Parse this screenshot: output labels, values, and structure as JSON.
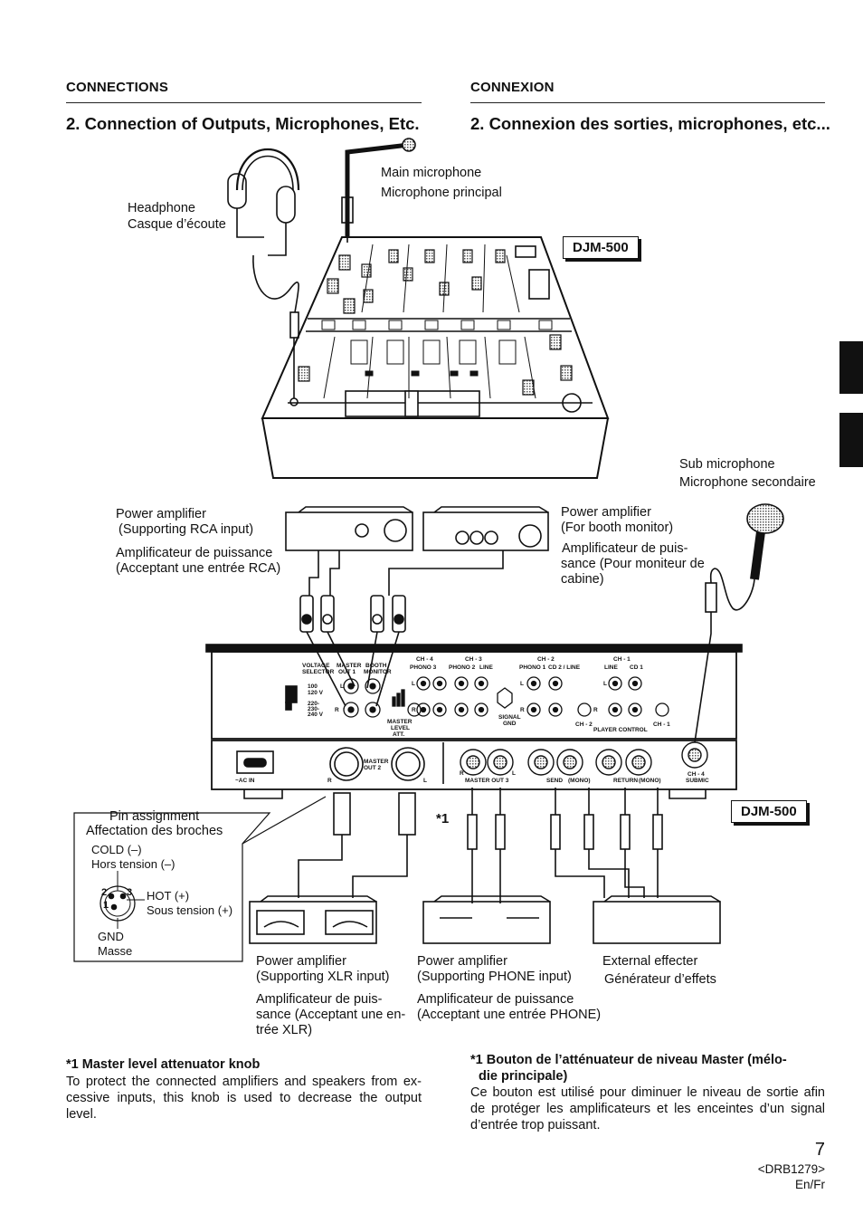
{
  "header": {
    "left_section": "CONNECTIONS",
    "right_section": "CONNEXION",
    "left_title": "2. Connection of Outputs, Microphones, Etc.",
    "right_title": "2. Connexion des sorties, microphones, etc..."
  },
  "diagram": {
    "model_top": "DJM-500",
    "model_bottom": "DJM-500",
    "headphone_en": "Headphone",
    "headphone_fr": "Casque d’écoute",
    "main_mic_en": "Main microphone",
    "main_mic_fr": "Microphone principal",
    "sub_mic_en": "Sub microphone",
    "sub_mic_fr": "Microphone secondaire",
    "amp_rca_en_1": "Power amplifier",
    "amp_rca_en_2": "(Supporting RCA input)",
    "amp_rca_fr_1": "Amplificateur de puissance",
    "amp_rca_fr_2": "(Acceptant une entrée RCA)",
    "amp_booth_en_1": "Power amplifier",
    "amp_booth_en_2": "(For booth monitor)",
    "amp_booth_fr_1": "Amplificateur de puis-",
    "amp_booth_fr_2": "sance (Pour moniteur de",
    "amp_booth_fr_3": "cabine)",
    "pin_title_en": "Pin assignment",
    "pin_title_fr": "Affectation des broches",
    "pin_cold_en": "COLD (–)",
    "pin_cold_fr": "Hors tension (–)",
    "pin_hot_en": "HOT (+)",
    "pin_hot_fr": "Sous tension (+)",
    "pin_gnd_en": "GND",
    "pin_gnd_fr": "Masse",
    "pin_num_1": "1",
    "pin_num_2": "2",
    "pin_num_3": "3",
    "asterisk": "*1",
    "amp_xlr_en_1": "Power amplifier",
    "amp_xlr_en_2": "(Supporting XLR input)",
    "amp_xlr_fr_1": "Amplificateur de puis-",
    "amp_xlr_fr_2": "sance (Acceptant une en-",
    "amp_xlr_fr_3": "trée XLR)",
    "amp_phone_en_1": "Power amplifier",
    "amp_phone_en_2": "(Supporting PHONE input)",
    "amp_phone_fr_1": "Amplificateur de puissance",
    "amp_phone_fr_2": "(Acceptant une entrée PHONE)",
    "effecter_en": "External effecter",
    "effecter_fr": "Générateur d’effets",
    "panel": {
      "voltage": "VOLTAGE",
      "selector": "SELECTOR",
      "master": "MASTER",
      "out1": "OUT 1",
      "booth": "BOOTH",
      "monitor": "MONITOR",
      "ch4": "CH - 4",
      "ch3": "CH - 3",
      "ch2": "CH - 2",
      "ch1": "CH - 1",
      "phono3": "PHONO 3",
      "phono2": "PHONO 2",
      "line_a": "LINE",
      "phono1": "PHONO 1",
      "cd2line": "CD 2 / LINE",
      "line_b": "LINE",
      "cd1": "CD 1",
      "v1": "100",
      "v2": "120 V",
      "v3": "220-",
      "v4": "230-",
      "v5": "240 V",
      "master_level": "MASTER",
      "level": "LEVEL",
      "att": "ATT.",
      "signal": "SIGNAL",
      "gnd": "GND",
      "ch2b": "CH - 2",
      "player_control": "PLAYER CONTROL",
      "ch1b": "CH - 1",
      "ac_in": "~AC IN",
      "master_out2_a": "MASTER",
      "master_out2_b": "OUT 2",
      "r1": "R",
      "l1": "L",
      "r2": "R",
      "l2": "L",
      "master_out3": "MASTER OUT 3",
      "send": "SEND",
      "mono": "(MONO)",
      "return": "RETURN",
      "mono2": "(MONO)",
      "ch4b": "CH - 4",
      "submic": "SUBMIC",
      "l_a": "L",
      "r_a": "R",
      "l_b": "L",
      "r_b": "R",
      "l_c": "L",
      "r_c": "R",
      "l_d": "L",
      "r_d": "R"
    }
  },
  "notes": {
    "en_title": "*1 Master level attenuator knob",
    "en_body": "To protect the connected amplifiers and speakers from ex-cessive inputs, this knob is used to decrease the output level.",
    "fr_title_1": "*1 Bouton de l’atténuateur de niveau Master (mélo-",
    "fr_title_2": "die principale)",
    "fr_body": "Ce bouton est utilisé pour diminuer le niveau de sortie afin de protéger les amplificateurs et les enceintes d’un signal d’entrée trop puissant."
  },
  "footer": {
    "page_number": "7",
    "doc_code": "<DRB1279>",
    "lang": "En/Fr"
  }
}
